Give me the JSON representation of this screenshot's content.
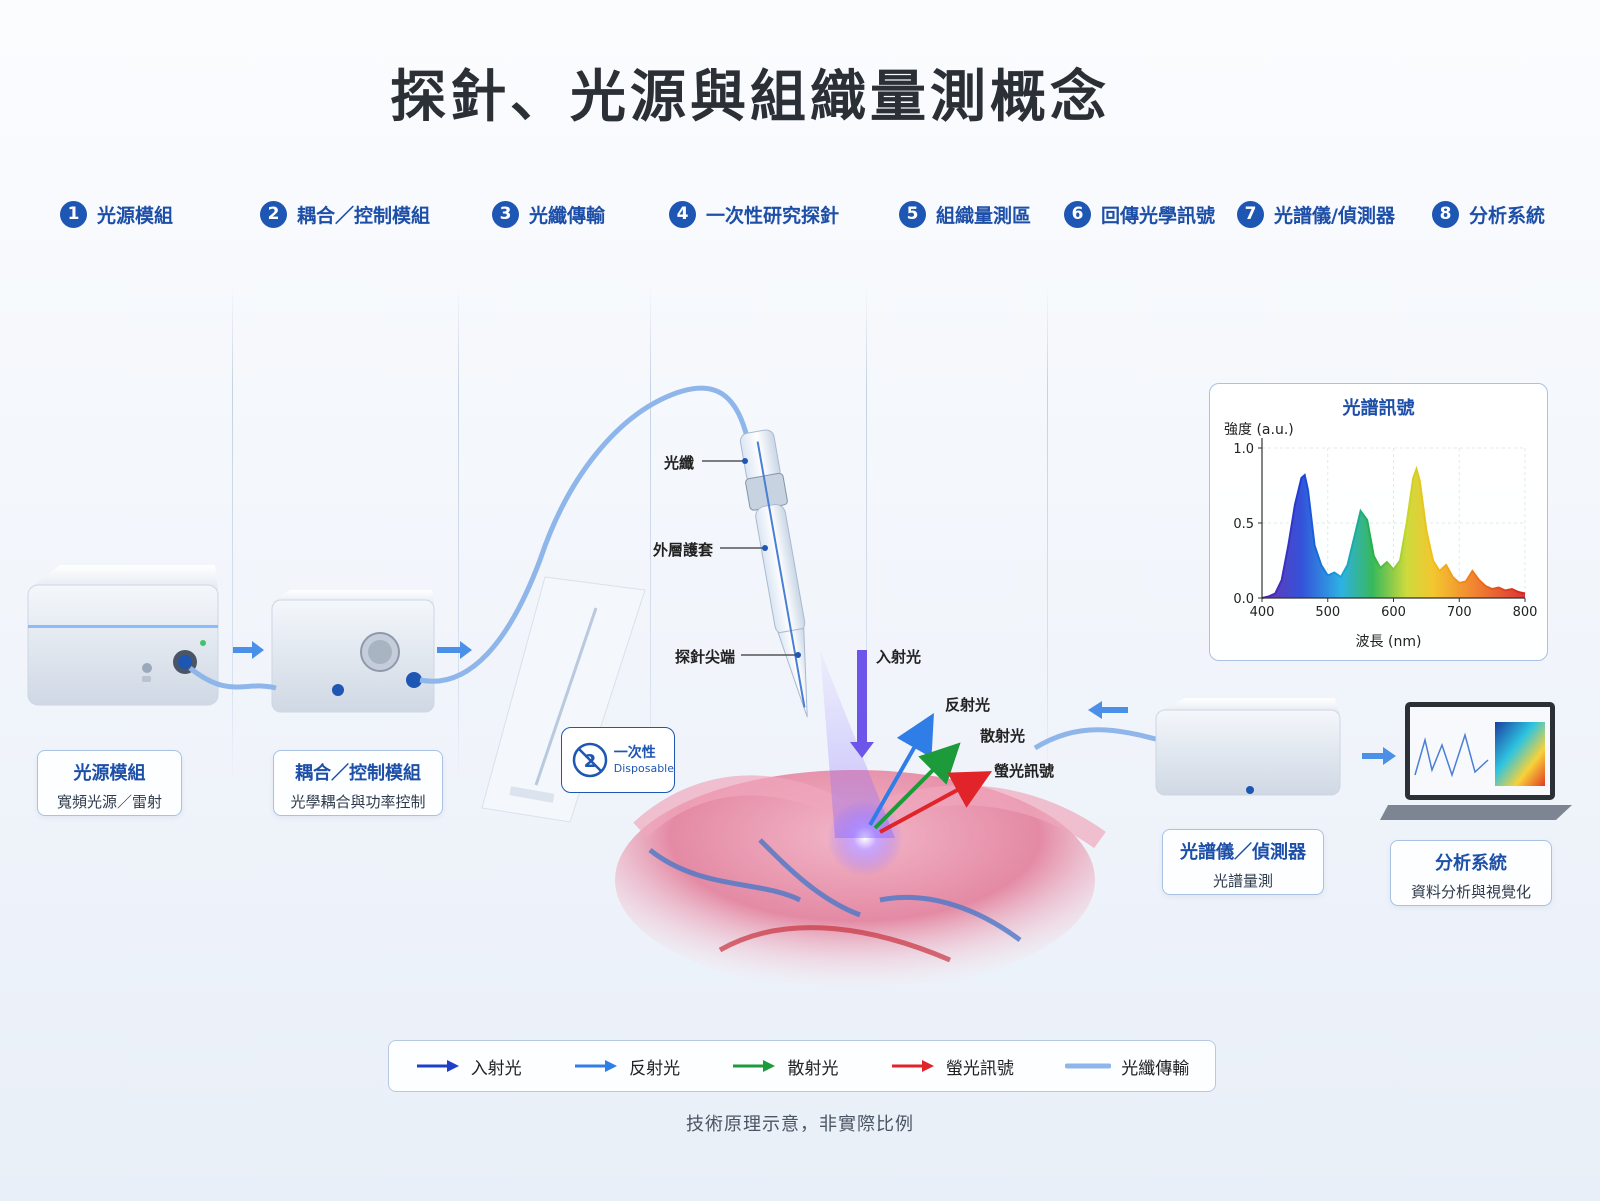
{
  "title": "探針、光源與組織量測概念",
  "steps": [
    {
      "num": "1",
      "label": "光源模組"
    },
    {
      "num": "2",
      "label": "耦合／控制模組"
    },
    {
      "num": "3",
      "label": "光纖傳輸"
    },
    {
      "num": "4",
      "label": "一次性研究探針"
    },
    {
      "num": "5",
      "label": "組織量測區"
    },
    {
      "num": "6",
      "label": "回傳光學訊號"
    },
    {
      "num": "7",
      "label": "光譜儀/偵測器"
    },
    {
      "num": "8",
      "label": "分析系統"
    }
  ],
  "cards": {
    "light_source": {
      "title": "光源模組",
      "sub": "寬頻光源／雷射"
    },
    "coupler": {
      "title": "耦合／控制模組",
      "sub": "光學耦合與功率控制"
    },
    "spectrometer": {
      "title": "光譜儀／偵測器",
      "sub": "光譜量測"
    },
    "analysis": {
      "title": "分析系統",
      "sub": "資料分析與視覺化"
    }
  },
  "probe_labels": {
    "fiber": "光纖",
    "sheath": "外層護套",
    "tip": "探針尖端",
    "incident": "入射光",
    "reflected": "反射光",
    "scattered": "散射光",
    "fluorescence": "螢光訊號"
  },
  "disposable": {
    "zh": "一次性",
    "en": "Disposable",
    "icon": "single-use-icon"
  },
  "chart_data": {
    "type": "line",
    "title": "光譜訊號",
    "ylabel": "強度 (a.u.)",
    "xlabel": "波長 (nm)",
    "xlim": [
      400,
      800
    ],
    "ylim": [
      0,
      1.0
    ],
    "xticks": [
      "400",
      "500",
      "600",
      "700",
      "800"
    ],
    "yticks": [
      "0.0",
      "0.5",
      "1.0"
    ],
    "x": [
      400,
      410,
      420,
      430,
      440,
      450,
      460,
      465,
      470,
      480,
      490,
      500,
      510,
      520,
      530,
      540,
      550,
      560,
      570,
      580,
      590,
      600,
      610,
      620,
      630,
      635,
      640,
      650,
      660,
      670,
      680,
      690,
      700,
      710,
      720,
      730,
      740,
      750,
      760,
      770,
      780,
      790,
      800
    ],
    "y": [
      0.0,
      0.01,
      0.03,
      0.12,
      0.35,
      0.62,
      0.8,
      0.82,
      0.72,
      0.35,
      0.22,
      0.15,
      0.17,
      0.14,
      0.22,
      0.4,
      0.58,
      0.52,
      0.28,
      0.2,
      0.24,
      0.19,
      0.25,
      0.5,
      0.8,
      0.86,
      0.78,
      0.45,
      0.25,
      0.18,
      0.22,
      0.14,
      0.1,
      0.11,
      0.18,
      0.12,
      0.08,
      0.06,
      0.07,
      0.05,
      0.06,
      0.04,
      0.03
    ],
    "grid": true
  },
  "legend": [
    {
      "label": "入射光",
      "color": "#1f3fc9",
      "kind": "arrow"
    },
    {
      "label": "反射光",
      "color": "#2f7de6",
      "kind": "arrow"
    },
    {
      "label": "散射光",
      "color": "#1d9a3a",
      "kind": "arrow"
    },
    {
      "label": "螢光訊號",
      "color": "#e0242a",
      "kind": "arrow"
    },
    {
      "label": "光纖傳輸",
      "color": "#8fb6ea",
      "kind": "line"
    }
  ],
  "footnote": "技術原理示意，非實際比例",
  "colors": {
    "accent": "#1e56b3",
    "fiber": "#8fb6ea"
  }
}
